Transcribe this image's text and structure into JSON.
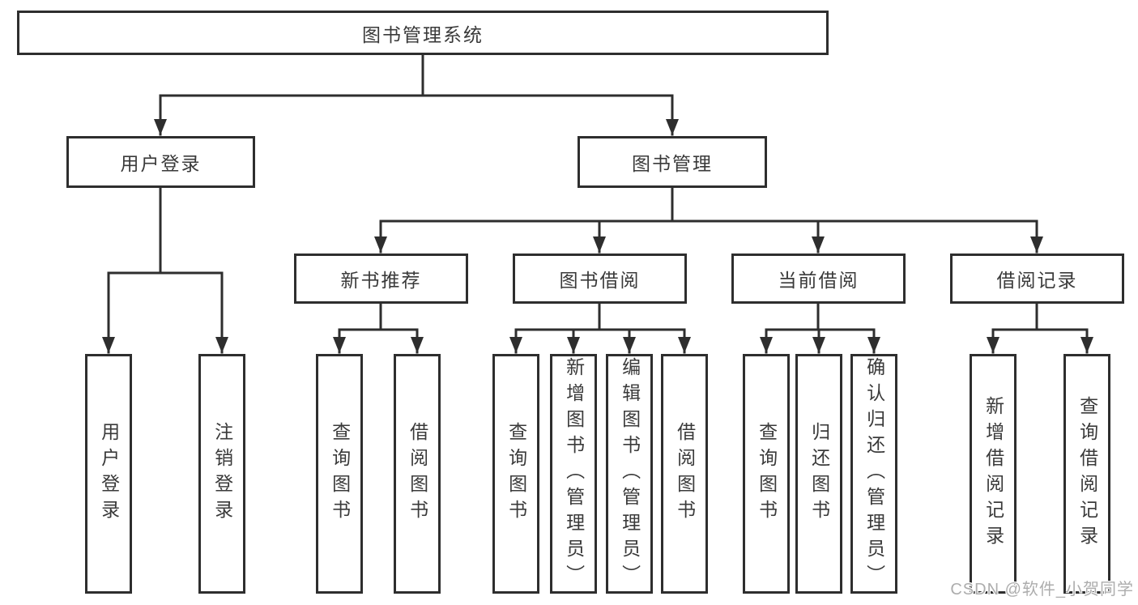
{
  "diagram": {
    "root": "图书管理系统",
    "branches": [
      {
        "label": "用户登录",
        "leaves": [
          "用户登录",
          "注销登录"
        ]
      },
      {
        "label": "图书管理",
        "groups": [
          {
            "label": "新书推荐",
            "leaves": [
              "查询图书",
              "借阅图书"
            ]
          },
          {
            "label": "图书借阅",
            "leaves": [
              "查询图书",
              "新增图书（管理员）",
              "编辑图书（管理员）",
              "借阅图书"
            ]
          },
          {
            "label": "当前借阅",
            "leaves": [
              "查询图书",
              "归还图书",
              "确认归还（管理员）"
            ]
          },
          {
            "label": "借阅记录",
            "leaves": [
              "新增借阅记录",
              "查询借阅记录"
            ]
          }
        ]
      }
    ]
  },
  "watermark": "CSDN @软件_小贺同学",
  "colors": {
    "line": "#2e2e2e",
    "text": "#3a3a3a",
    "background": "#ffffff",
    "watermark": "#adadad"
  }
}
